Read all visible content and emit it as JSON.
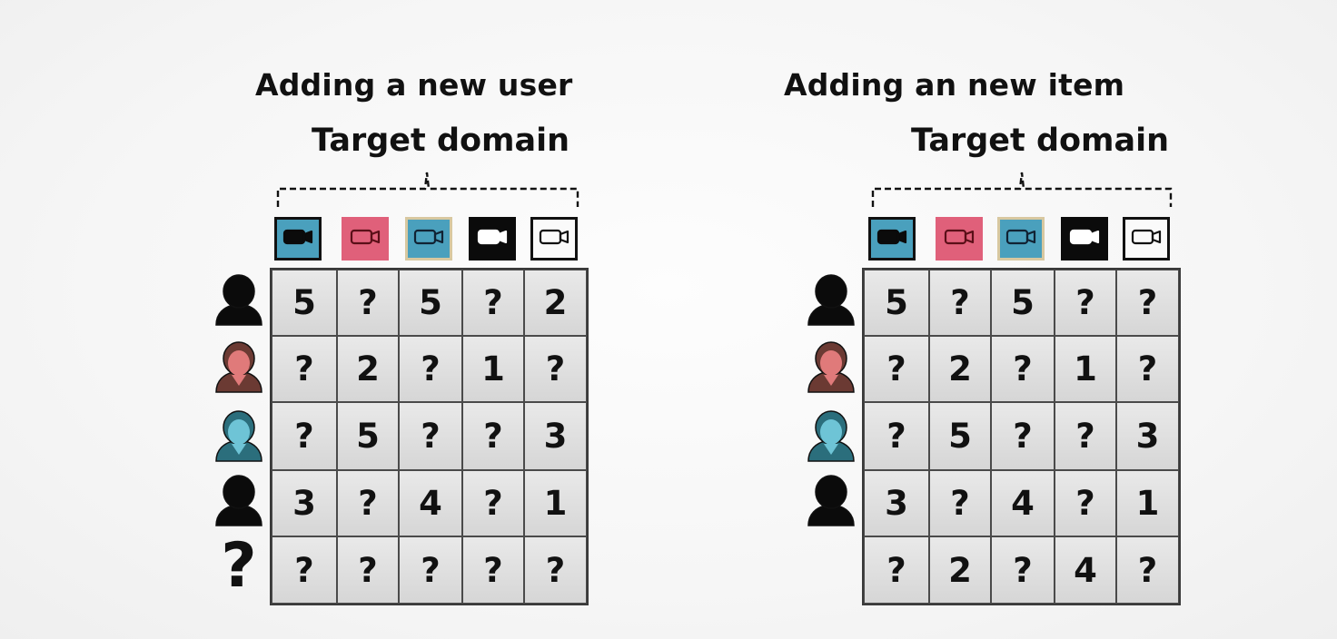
{
  "panels": [
    {
      "title": "Adding a new user",
      "target_label": "Target domain",
      "items": [
        {
          "icon": "camera-icon",
          "style": "blue-filled"
        },
        {
          "icon": "camera-icon",
          "style": "red-filled"
        },
        {
          "icon": "camera-icon",
          "style": "blue-outlined"
        },
        {
          "icon": "camera-icon",
          "style": "black-filled"
        },
        {
          "icon": "camera-icon",
          "style": "white-outlined"
        }
      ],
      "users": [
        "black",
        "red",
        "teal",
        "black",
        "?"
      ],
      "matrix": [
        [
          "5",
          "?",
          "5",
          "?",
          "2"
        ],
        [
          "?",
          "2",
          "?",
          "1",
          "?"
        ],
        [
          "?",
          "5",
          "?",
          "?",
          "3"
        ],
        [
          "3",
          "?",
          "4",
          "?",
          "1"
        ],
        [
          "?",
          "?",
          "?",
          "?",
          "?"
        ]
      ]
    },
    {
      "title": "Adding an new item",
      "target_label": "Target domain",
      "items": [
        {
          "icon": "camera-icon",
          "style": "blue-filled"
        },
        {
          "icon": "camera-icon",
          "style": "red-filled"
        },
        {
          "icon": "camera-icon",
          "style": "blue-outlined"
        },
        {
          "icon": "camera-icon",
          "style": "black-filled"
        },
        {
          "icon": "camera-icon",
          "style": "white-outlined"
        }
      ],
      "users": [
        "black",
        "red",
        "teal",
        "black"
      ],
      "matrix": [
        [
          "5",
          "?",
          "5",
          "?",
          "?"
        ],
        [
          "?",
          "2",
          "?",
          "1",
          "?"
        ],
        [
          "?",
          "5",
          "?",
          "?",
          "3"
        ],
        [
          "3",
          "?",
          "4",
          "?",
          "1"
        ],
        [
          "?",
          "2",
          "?",
          "4",
          "?"
        ]
      ]
    }
  ],
  "colors": {
    "user_black": "#0b0b0b",
    "user_red": "#e07a7a",
    "user_teal": "#6ec4d6",
    "item_blue": "#4aa0bd",
    "item_red": "#e0607a"
  }
}
